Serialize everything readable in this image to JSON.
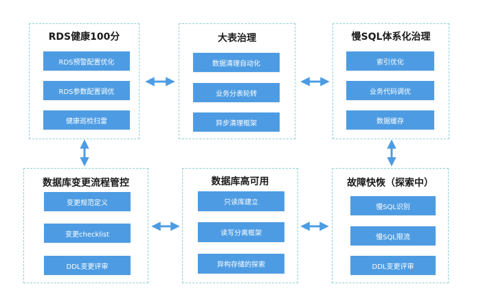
{
  "panels": [
    {
      "title": "RDS健康100分",
      "items": [
        "RDS预警配置优化",
        "RDS参数配置调优",
        "健康巡检扫雷"
      ]
    },
    {
      "title": "大表治理",
      "items": [
        "数据清理自动化",
        "业务分表轮转",
        "异步清理框架"
      ]
    },
    {
      "title": "慢SQL体系化治理",
      "items": [
        "索引优化",
        "业务代码调优",
        "数据缓存"
      ]
    },
    {
      "title": "数据库变更流程管控",
      "items": [
        "变更规范定义",
        "变更checklist",
        "DDL变更评审"
      ]
    },
    {
      "title": "数据库高可用",
      "items": [
        "只读库建立",
        "读写分离框架",
        "异构存储的探索"
      ]
    },
    {
      "title": "故障快恢（探索中）",
      "items": [
        "慢SQL识别",
        "慢SQL限流",
        "DDL变更评审"
      ]
    }
  ],
  "colors": {
    "box": "#4d9ce3",
    "arrow": "#4d9ce3",
    "border": "#8ccfd6"
  }
}
